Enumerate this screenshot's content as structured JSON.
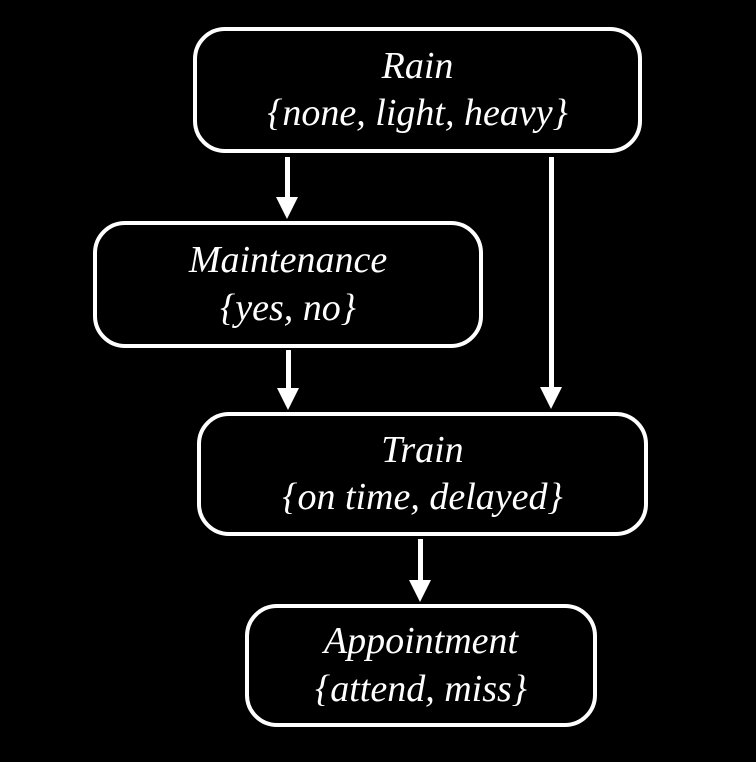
{
  "diagram": {
    "type": "bayesian-network",
    "colors": {
      "background": "#000000",
      "node_border": "#ffffff",
      "node_text": "#ffffff",
      "arrow": "#ffffff"
    },
    "nodes": [
      {
        "id": "rain",
        "label": "Rain",
        "values": "{none, light, heavy}"
      },
      {
        "id": "maintenance",
        "label": "Maintenance",
        "values": "{yes, no}"
      },
      {
        "id": "train",
        "label": "Train",
        "values": "{on time, delayed}"
      },
      {
        "id": "appointment",
        "label": "Appointment",
        "values": "{attend, miss}"
      }
    ],
    "edges": [
      {
        "from": "rain",
        "to": "maintenance"
      },
      {
        "from": "rain",
        "to": "train"
      },
      {
        "from": "maintenance",
        "to": "train"
      },
      {
        "from": "train",
        "to": "appointment"
      }
    ]
  }
}
